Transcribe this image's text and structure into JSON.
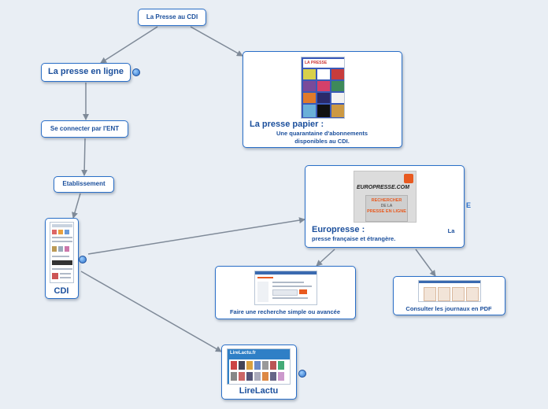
{
  "root": {
    "label": "La Presse au CDI"
  },
  "presse_en_ligne": {
    "label": "La presse en ligne"
  },
  "connecter": {
    "label": "Se connecter par l'ENT"
  },
  "etablissement": {
    "label": "Etablissement"
  },
  "cdi": {
    "label": "CDI"
  },
  "presse_papier": {
    "title": "La presse papier :",
    "text": "Une quarantaine d'abonnements disponibles au CDI.",
    "thumb_text": "LA PRESSE"
  },
  "europresse": {
    "title": "Europresse :",
    "text_right": "La",
    "text_line2": "presse française et étrangère.",
    "logo": "EUROPRESSE.COM",
    "button_lines": [
      "RECHERCHER",
      "DE LA",
      "PRESSE EN LIGNE"
    ],
    "side_letter": "E"
  },
  "recherche": {
    "label": "Faire une recherche simple ou avancée"
  },
  "journaux_pdf": {
    "label": "Consulter les journaux en PDF"
  },
  "lirelactu": {
    "label": "LireLactu",
    "thumb_logo": "LireLactu.fr"
  },
  "colors": {
    "border": "#2a6fc8",
    "text": "#1b4f9c",
    "background": "#e9eef4",
    "connector": "#7f8a98"
  },
  "icons": [
    "globe-icon"
  ]
}
